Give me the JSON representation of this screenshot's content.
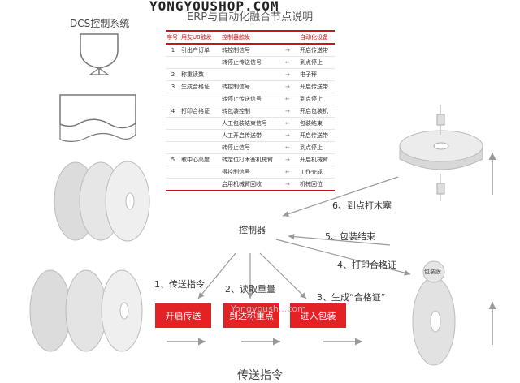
{
  "watermark_top": "YONGYOUSHOP.COM",
  "title": "ERP与自动化融合节点说明",
  "dcs_label": "DCS控制系统",
  "table": {
    "headers": [
      "序号",
      "用友U8触发",
      "控制器触发",
      "",
      "自动化设备"
    ],
    "rows": [
      [
        "1",
        "引出产订单",
        "转控制信号",
        "→",
        "开启传送带"
      ],
      [
        "",
        "",
        "转停止传送信号",
        "←",
        "到点停止"
      ],
      [
        "2",
        "称重读数",
        "",
        "→",
        "电子秤"
      ],
      [
        "3",
        "生成合格证",
        "转控制信号",
        "→",
        "开启传送带"
      ],
      [
        "",
        "",
        "转停止传送信号",
        "←",
        "到点停止"
      ],
      [
        "4",
        "打印合格证",
        "转包装控制",
        "→",
        "开启包装机"
      ],
      [
        "",
        "",
        "人工包装结束信号",
        "←",
        "包装结束"
      ],
      [
        "",
        "",
        "人工开启传送带",
        "→",
        "开启传送带"
      ],
      [
        "",
        "",
        "转停止信号",
        "←",
        "到点停止"
      ],
      [
        "5",
        "取中心高度",
        "转定位打木塞机械臂",
        "→",
        "开启机械臂"
      ],
      [
        "",
        "",
        "得控制信号",
        "←",
        "工作完成"
      ],
      [
        "",
        "",
        "启用机械臂回收",
        "→",
        "机械回位"
      ]
    ]
  },
  "controller_label": "控制器",
  "steps": {
    "s1": "1、传送指令",
    "s2": "2、读取重量",
    "s3": "3、生成“合格证”",
    "s4": "4、打印合格证",
    "s5": "5、包装结束",
    "s6": "6、到点打木塞"
  },
  "buttons": {
    "start": "开启传送",
    "weigh": "到达称重点",
    "pack": "进入包装"
  },
  "watermark_mid": "Yongyoush...com",
  "packed_tag": "包装膜",
  "caption": "传送指令",
  "colors": {
    "accent": "#e32226",
    "line": "#999999"
  }
}
